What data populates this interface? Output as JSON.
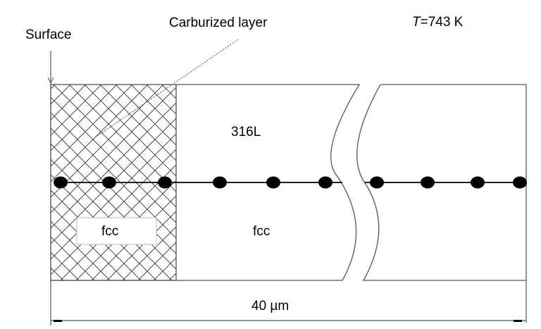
{
  "labels": {
    "surface": "Surface",
    "carburized_layer": "Carburized layer",
    "temperature_prefix": "T",
    "temperature_suffix": "=743 K",
    "material": "316L",
    "phase_layer": "fcc",
    "phase_bulk": "fcc",
    "dimension": "40 µm"
  },
  "nodes_count": 10,
  "colors": {
    "line": "#000000",
    "hatch": "#333333",
    "frame": "#555555"
  }
}
